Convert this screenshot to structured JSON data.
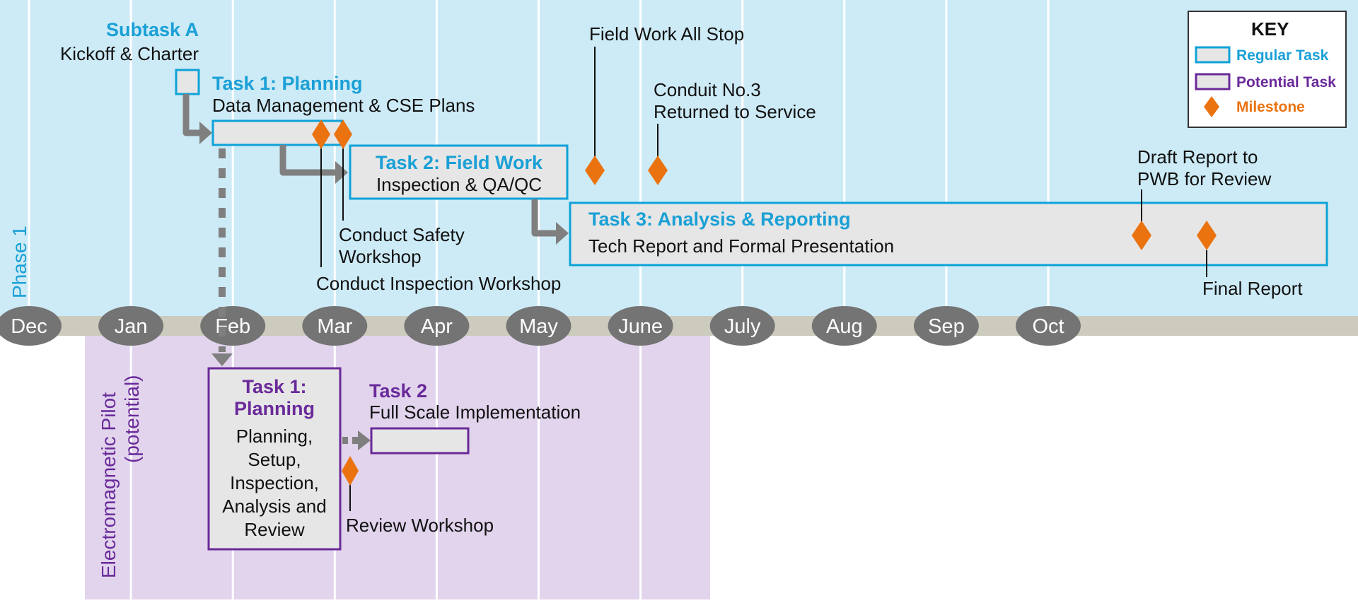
{
  "colors": {
    "phase1_bg": "#cdebf6",
    "pilot_bg": "#e1d4ec",
    "axis_band": "#cdcbbd",
    "month_oval": "#747474",
    "regular_border": "#0ea2d8",
    "potential_border": "#6a2a9a",
    "task_fill": "#e6e6e6",
    "milestone": "#ea7310",
    "arrow": "#7f7f7f"
  },
  "lanes": {
    "phase1": "Phase 1",
    "pilot_line1": "Electromagnetic Pilot",
    "pilot_line2": "(potential)"
  },
  "months": [
    "Dec",
    "Jan",
    "Feb",
    "Mar",
    "Apr",
    "May",
    "June",
    "July",
    "Aug",
    "Sep",
    "Oct"
  ],
  "key": {
    "title": "KEY",
    "regular": "Regular Task",
    "potential": "Potential Task",
    "milestone": "Milestone"
  },
  "phase1": {
    "subtask_a": {
      "title": "Subtask A",
      "subtitle": "Kickoff & Charter"
    },
    "task1": {
      "title": "Task 1: Planning",
      "subtitle": "Data Management & CSE Plans"
    },
    "task2": {
      "title": "Task 2: Field Work",
      "subtitle": "Inspection & QA/QC"
    },
    "task3": {
      "title": "Task 3: Analysis & Reporting",
      "subtitle": "Tech Report and Formal Presentation"
    },
    "milestones": {
      "field_work_stop": "Field Work All Stop",
      "conduit_line1": "Conduit No.3",
      "conduit_line2": "Returned to Service",
      "safety_line1": "Conduct Safety",
      "safety_line2": "Workshop",
      "inspection_workshop": "Conduct Inspection Workshop",
      "draft_line1": "Draft Report to",
      "draft_line2": "PWB for Review",
      "final_report": "Final Report"
    }
  },
  "pilot": {
    "task1": {
      "title_line1": "Task 1:",
      "title_line2": "Planning",
      "body": [
        "Planning,",
        "Setup,",
        "Inspection,",
        "Analysis and",
        "Review"
      ]
    },
    "task2": {
      "title": "Task 2",
      "subtitle": "Full Scale Implementation"
    },
    "review_workshop": "Review Workshop"
  }
}
